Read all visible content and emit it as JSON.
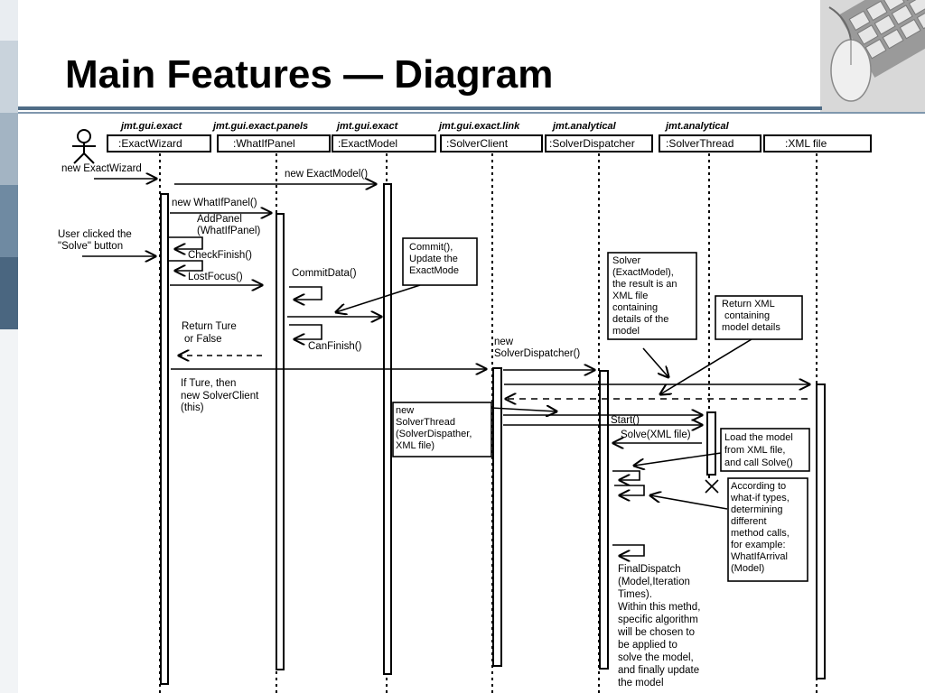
{
  "slide": {
    "title": "Main Features — Diagram",
    "accent_color": "#4f6c86",
    "decorative_image": "keyboard-and-mouse-photo"
  },
  "diagram": {
    "actor_icon": "stick-figure-actor-icon",
    "packages": [
      "jmt.gui.exact",
      "jmt.gui.exact.panels",
      "jmt.gui.exact",
      "jmt.gui.exact.link",
      "jmt.analytical",
      "jmt.analytical"
    ],
    "lifelines": [
      ":ExactWizard",
      ":WhatIfPanel",
      ":ExactModel",
      ":SolverClient",
      ":SolverDispatcher",
      ":SolverThread",
      ":XML file"
    ],
    "messages": {
      "new_exact_wizard": "new ExactWizard",
      "new_exact_model": "new ExactModel()",
      "new_whatif_panel": "new WhatIfPanel()",
      "add_panel": [
        "AddPanel",
        "(WhatIfPanel)"
      ],
      "user_clicked": [
        "User clicked the",
        "\"Solve\" button"
      ],
      "check_finish": "CheckFinish()",
      "lost_focus": "LostFocus()",
      "commit_data": "CommitData()",
      "can_finish": "CanFinish()",
      "return_true": [
        "Return Ture",
        "or False"
      ],
      "if_true": [
        "If Ture, then",
        "new SolverClient",
        "(this)"
      ],
      "new_solver_dispatcher": [
        "new",
        "SolverDispatcher()"
      ],
      "start": "Start()",
      "solve": "Solve(XML file)",
      "final_dispatch": [
        "FinalDispatch",
        "(Model,Iteration",
        "Times).",
        "Within this methd,",
        "specific algorithm",
        "will be chosen to",
        "be applied to",
        "solve the model,",
        "and finally update",
        "the model"
      ]
    },
    "notes": {
      "commit_note": [
        "Commit(),",
        "Update the",
        "ExactMode"
      ],
      "solver_note": [
        "Solver",
        "(ExactModel),",
        "the result is an",
        "XML file",
        "containing",
        "details of the",
        "model"
      ],
      "return_xml_note": [
        "Return XML",
        "containing",
        "model details"
      ],
      "new_solver_thread_note": [
        "new",
        "SolverThread",
        "(SolverDispather,",
        "XML file)"
      ],
      "load_model_note": [
        "Load the model",
        "from XML file,",
        "and call Solve()"
      ],
      "whatif_note": [
        "According to",
        "what-if types,",
        "determining",
        "different",
        "method calls,",
        "for example:",
        "WhatIfArrival",
        "(Model)"
      ]
    }
  }
}
